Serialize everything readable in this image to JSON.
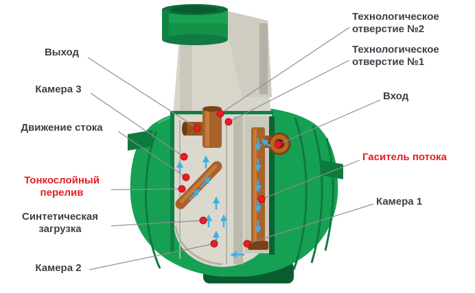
{
  "diagram": {
    "type": "septic-tank-cutaway",
    "labels": {
      "outlet": "Выход",
      "chamber3": "Камера 3",
      "flow_movement": "Движение стока",
      "thin_layer_overflow": "Тонкослойный перелив",
      "synthetic_loading": "Синтетическая загрузка",
      "chamber2": "Камера 2",
      "tech_hole_2": "Технологическое отверстие №2",
      "tech_hole_1": "Технологическое отверстие №1",
      "inlet": "Вход",
      "flow_damper": "Гаситель потока",
      "chamber1": "Камера 1"
    },
    "colors": {
      "label_text": "#3e3e46",
      "accent_red": "#e31e24",
      "tank_green": "#16a053",
      "tank_green_dark": "#0d7a3e",
      "interior_cream": "#dbd8ce",
      "pipe_brown": "#a8622a",
      "arrow_blue": "#3fb0e4",
      "marker_dot_red": "#ea1c24",
      "leader_line": "#8f8f8f",
      "background": "#ffffff"
    }
  }
}
